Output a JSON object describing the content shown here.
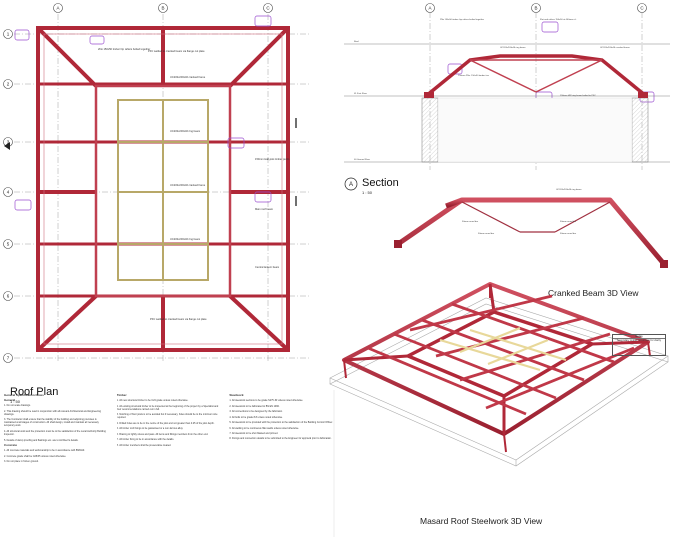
{
  "drawings": {
    "plan_title": "Roof Plan",
    "plan_scale": "1 : 50",
    "section_marker": "A",
    "section_title": "Section",
    "section_scale": "1 : 50",
    "cranked_title": "Cranked Beam 3D View",
    "masard_title": "Masard Roof Steelwork 3D View"
  },
  "grids": {
    "columns": [
      "A",
      "B",
      "C"
    ],
    "rows": [
      "1",
      "2",
      "3",
      "4",
      "5",
      "6",
      "7"
    ]
  },
  "section_levels": {
    "top": "Roof",
    "first": "01 First Floor",
    "ground": "00 Ground Floor"
  },
  "plan_labels": {
    "hip_rafter": "2No 150x50 timber hip rafters bolted together",
    "pfc_welded": "PFC welded to cranked beam via flange cut plate",
    "ring_beam": "UC203x203x46 cranked frame",
    "ub_label": "UC203x203x46 ring beam",
    "timber_purlin": "150mm Hall-joist timber purlin",
    "central_beam": "Central lantern beam",
    "main_roof_beam": "Main roof beam"
  },
  "section_labels": {
    "hip_top": "2No 150x50 timber hip rafters bolted together",
    "tie_beam": "150mm 2No. 150x50 timber ties",
    "flat_roof": "Flat roof rafters 150x50 at 400mm c/c",
    "ring": "UC203x203x46 ring beam",
    "timber_ring": "150mm HW ring beam bolted to PFC",
    "steel_cranked": "UC203x203x46 cranked frame"
  },
  "cranked_labels": {
    "uc_ring": "UC203x203x46 ring beam",
    "bar_a": "50mm round bar",
    "bar_b": "50mm round bar",
    "bar_c": "50mm round bar",
    "bar_d": "50mm round bar"
  },
  "notes_box": {
    "heading": "Notes",
    "body": "Secondary timber not shown for clarity"
  },
  "spec_notes": {
    "heading": "General Specification Notes",
    "sub1": "General",
    "n1": "1. Do not scale drawings.",
    "n2": "2. This drawing should be read in conjunction with all relevant Architectural and Engineering drawings.",
    "n3": "3. The Contractor shall ensure that the stability of the building and adjoining premises is maintained at all stages of construction. All shall design, install and maintain all necessary temporary work.",
    "n4": "4. All structural work and the protection must be to the satisfaction of the Local Authority Building Inspector.",
    "n5": "5. Details of damp proofing and flashings etc. are to Architect's details.",
    "sub2": "Concrete",
    "n6": "1. All concrete materials and workmanship to be in accordance with BS8110.",
    "n7": "2. Concrete grade shall be C28/35 unless noted otherwise.",
    "n8": "3. Do not place in frozen ground.",
    "sub3": "Timber",
    "t1": "1. All new structural timber to be C24 grade unless noted otherwise.",
    "t2": "2. All existing structural timber to be inspected at the beginning of the project by a Specialist and their recommendations carried out in full.",
    "t3": "3. Notching of floor joists is to be avoided but if necessary, holes should be to the minimum size required.",
    "t4": "4. Drilled holes are to be in the centre of the joist and not greater than 0.25 of the joist depth.",
    "t5": "5. All timber roof fixings to be galvanised or a non-ferrous alloy.",
    "t6": "6. Bracing to lightly stress and pass. All items and fittings members from the other end.",
    "t7": "7. All timber fixing to be in accordance with the details.",
    "t8": "8. All timber members shall be preservative treated.",
    "sub4": "Steelwork",
    "s1": "1. All steelwork sections to be grade S275 JR unless noted otherwise.",
    "s2": "2. All steelwork to be fabricated to BS EN 1090.",
    "s3": "3. All connections to be designed by the fabricator.",
    "s4": "4. All bolts to be grade 8.8 unless noted otherwise.",
    "s5": "5. All steelwork to be provided with fire protection to the satisfaction of the Building Control Officer.",
    "s6": "6. All welding to be continuous fillet welds unless noted otherwise.",
    "s7": "7. All steelwork to be shot blasted and primed.",
    "s8": "8. Fixings and connection details to be submitted to the Engineer for approval prior to fabrication."
  }
}
